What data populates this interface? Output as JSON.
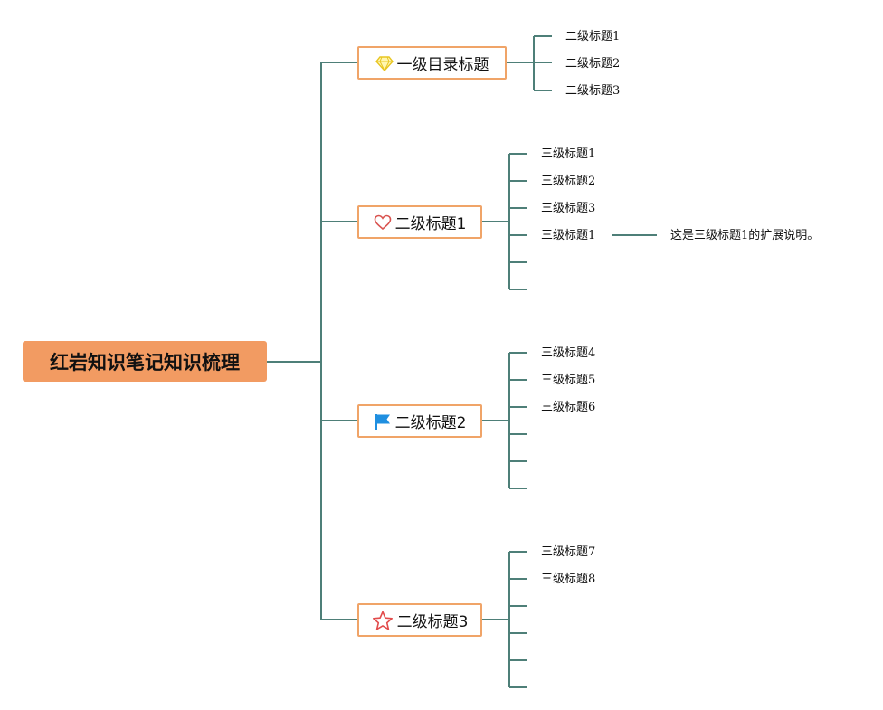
{
  "root": {
    "label": "红岩知识笔记知识梳理"
  },
  "branches": [
    {
      "label": "一级目录标题",
      "icon": "diamond-icon",
      "children": [
        "二级标题1",
        "二级标题2",
        "二级标题3"
      ]
    },
    {
      "label": "二级标题1",
      "icon": "heart-icon",
      "children": [
        "三级标题1",
        "三级标题2",
        "三级标题3",
        "三级标题1",
        "",
        ""
      ],
      "note": "这是三级标题1的扩展说明。"
    },
    {
      "label": "二级标题2",
      "icon": "flag-icon",
      "children": [
        "三级标题4",
        "三级标题5",
        "三级标题6",
        "",
        "",
        ""
      ]
    },
    {
      "label": "二级标题3",
      "icon": "star-icon",
      "children": [
        "三级标题7",
        "三级标题8",
        "",
        "",
        "",
        ""
      ]
    }
  ],
  "colors": {
    "connector": "#4e7f78",
    "root_fill": "#f29b62",
    "node_border": "#f0a468",
    "diamond": "#f5d63b",
    "heart": "#d9534f",
    "flag": "#1f8fe0",
    "star": "#e24c4c"
  }
}
